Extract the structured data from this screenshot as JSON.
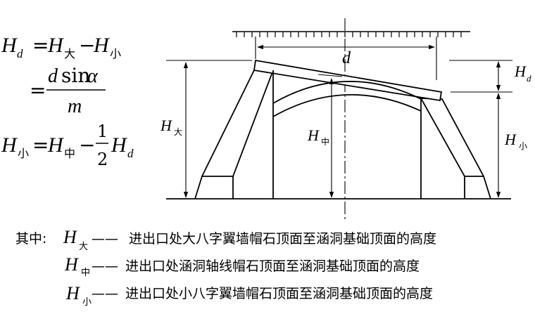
{
  "formulas": {
    "sym_H": "H",
    "sub_d": "d",
    "sub_big": "大",
    "sub_small": "小",
    "sub_mid": "中",
    "minus": "−",
    "equals": "=",
    "num_d": "d",
    "num_sin": "sin",
    "num_alpha": "α",
    "den_m": "m",
    "half_num": "1",
    "half_den": "2"
  },
  "labels": {
    "d": "d",
    "H": "H",
    "sub_d": "d",
    "sub_big": "大",
    "sub_mid": "中",
    "sub_small": "小"
  },
  "legend": {
    "prefix": "其中:",
    "sym_H": "H",
    "sub_big": "大",
    "sub_mid": "中",
    "sub_small": "小",
    "dash": "——",
    "desc_big": "进出口处大八字翼墙帽石顶面至涵洞基础顶面的高度",
    "desc_mid": "进出口处涵洞轴线帽石顶面至涵洞基础顶面的高度",
    "desc_small": "进出口处小八字翼墙帽石顶面至涵洞基础顶面的高度"
  },
  "colors": {
    "ink": "#000000",
    "background": "#ffffff"
  }
}
